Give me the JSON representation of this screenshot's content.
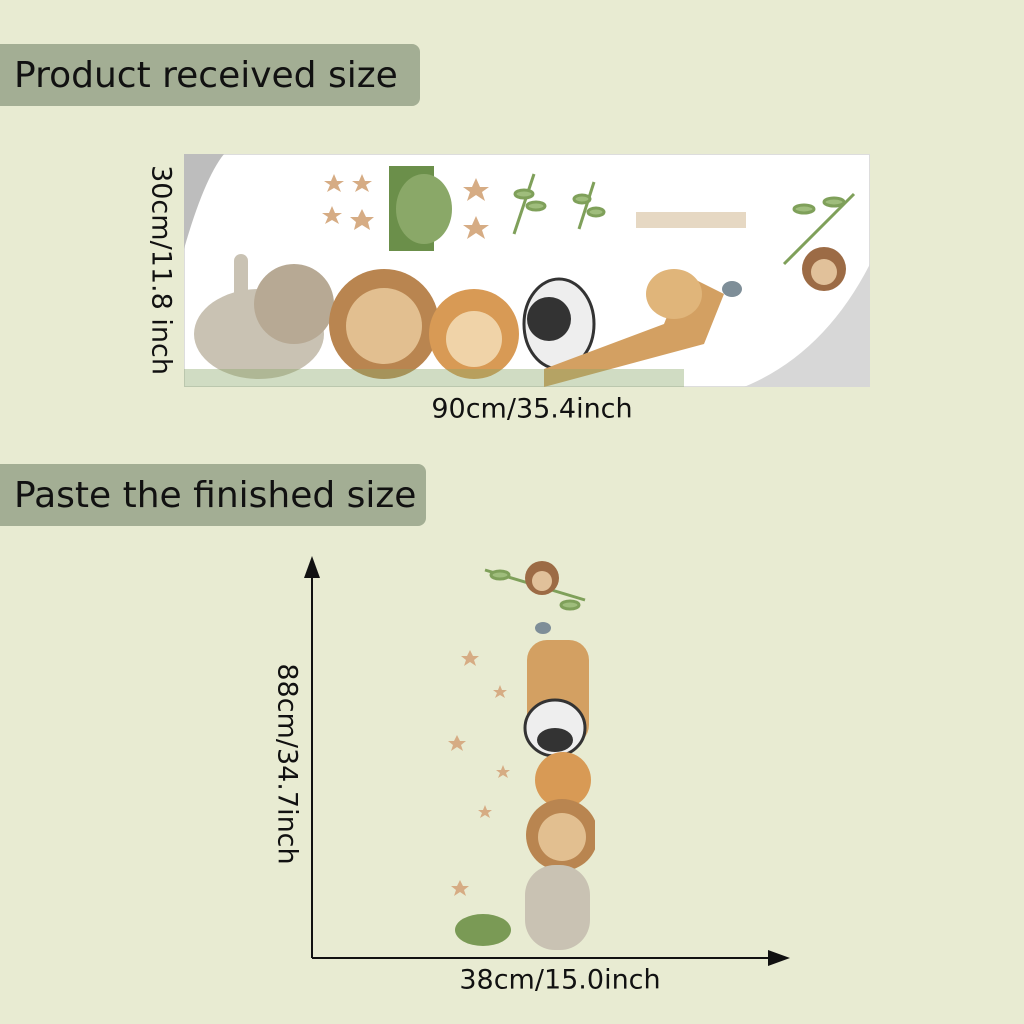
{
  "labels": {
    "received": "Product received size",
    "finished": "Paste the finished size"
  },
  "dimensions": {
    "received_height": "30cm/11.8 inch",
    "received_width": "90cm/35.4inch",
    "finished_height": "88cm/34.7inch",
    "finished_width": "38cm/15.0inch"
  },
  "colors": {
    "background": "#e8ebd2",
    "label_bg": "#a3ae94",
    "star": "#d6ac84",
    "leaf": "#7fa05a"
  }
}
